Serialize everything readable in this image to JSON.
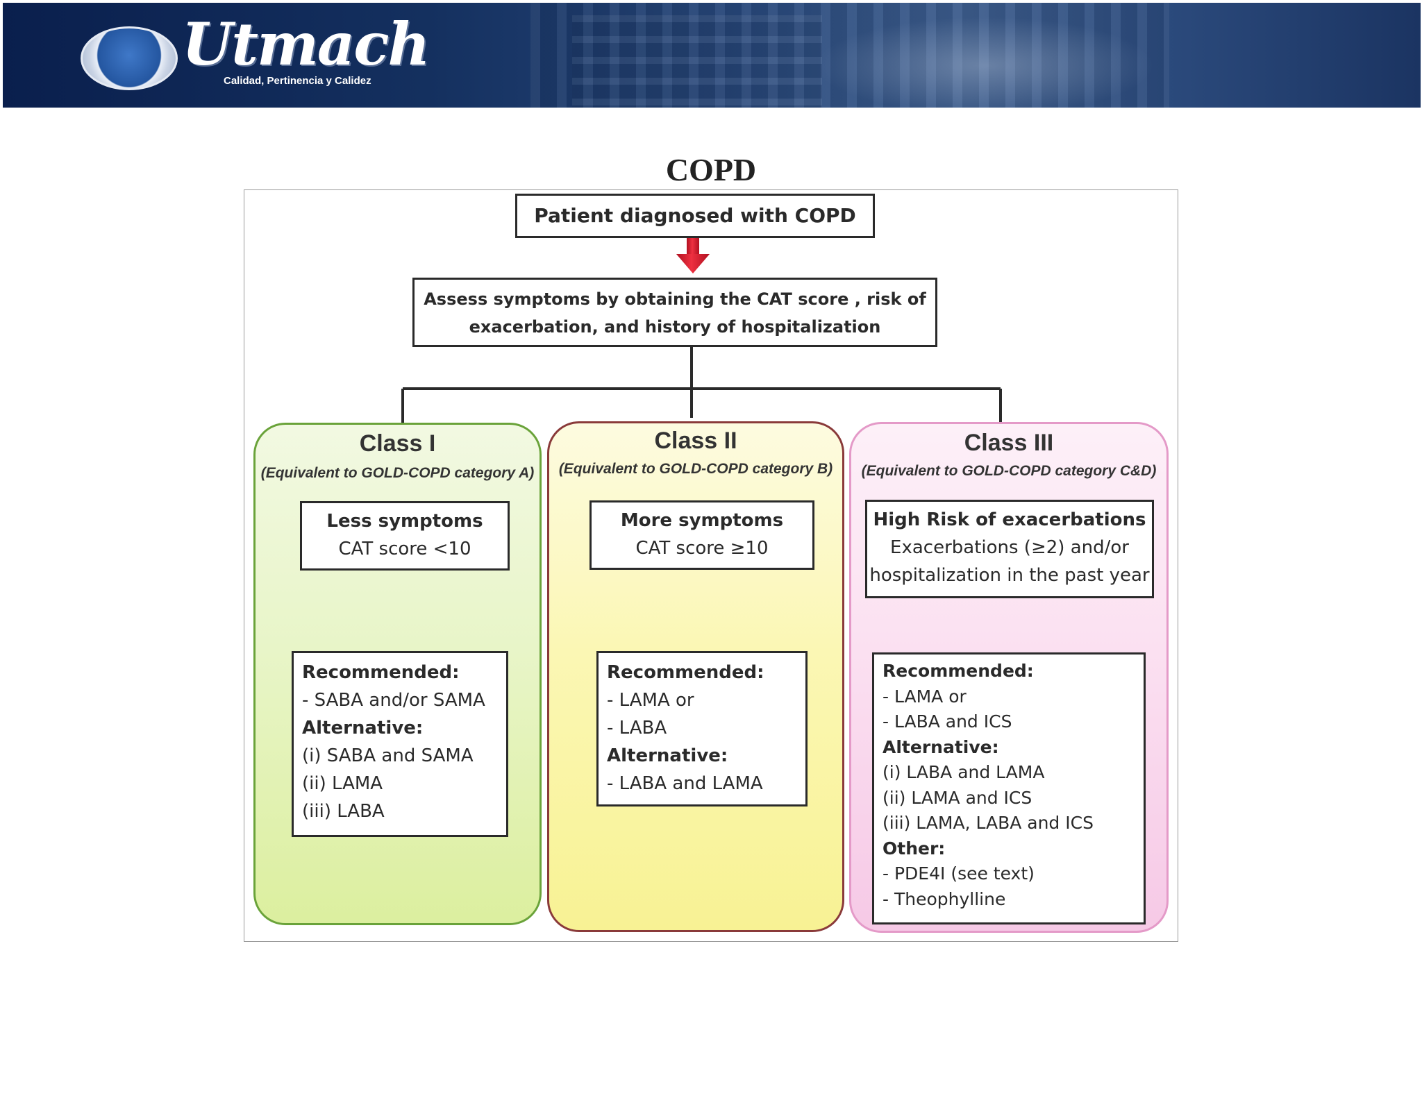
{
  "header": {
    "logo_text": "Utmach",
    "tagline": "Calidad, Pertinencia y Calidez"
  },
  "page": {
    "title": "COPD"
  },
  "diagram": {
    "top_box": "Patient diagnosed with COPD",
    "assess_box": {
      "line1": "Assess symptoms by obtaining  the CAT score , risk of",
      "line2": "exacerbation, and history of hospitalization"
    },
    "classes": [
      {
        "title": "Class I",
        "subtitle": "(Equivalent to GOLD-COPD category A)",
        "criteria_title": "Less symptoms",
        "criteria_lines": [
          "CAT score <10"
        ],
        "recommended_label": "Recommended:",
        "recommended": [
          "- SABA and/or SAMA"
        ],
        "alternative_label": "Alternative:",
        "alternative": [
          "(i) SABA and SAMA",
          "(ii) LAMA",
          "(iii) LABA"
        ]
      },
      {
        "title": "Class II",
        "subtitle": "(Equivalent to GOLD-COPD category B)",
        "criteria_title": "More symptoms",
        "criteria_lines": [
          "CAT score ≥10"
        ],
        "recommended_label": "Recommended:",
        "recommended": [
          "- LAMA or",
          "- LABA"
        ],
        "alternative_label": "Alternative:",
        "alternative": [
          "- LABA and LAMA"
        ]
      },
      {
        "title": "Class III",
        "subtitle": "(Equivalent to GOLD-COPD category C&D)",
        "criteria_title": "High Risk of exacerbations",
        "criteria_lines": [
          "Exacerbations (≥2) and/or",
          "hospitalization in the past year"
        ],
        "recommended_label": "Recommended:",
        "recommended": [
          "- LAMA or",
          "- LABA and ICS"
        ],
        "alternative_label": "Alternative:",
        "alternative": [
          "(i) LABA and LAMA",
          "(ii) LAMA and ICS",
          "(iii) LAMA, LABA and ICS"
        ],
        "other_label": "Other:",
        "other": [
          "- PDE4I (see text)",
          "- Theophylline"
        ]
      }
    ],
    "colors": {
      "class1_border": "#6aa33a",
      "class2_border": "#8a3a3a",
      "class3_border": "#e49ac8",
      "arrow": "#e0202e"
    }
  }
}
